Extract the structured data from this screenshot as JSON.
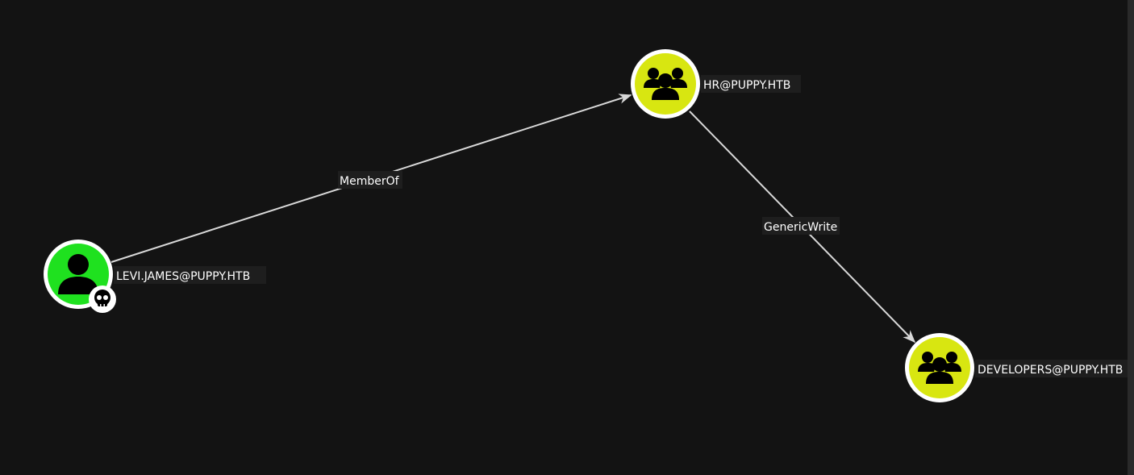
{
  "graph": {
    "nodes": [
      {
        "id": "levi",
        "label": "LEVI.JAMES@PUPPY.HTB",
        "kind": "user",
        "color": "#1fe11f",
        "badge": "skull-icon"
      },
      {
        "id": "hr",
        "label": "HR@PUPPY.HTB",
        "kind": "group",
        "color": "#d8e611"
      },
      {
        "id": "dev",
        "label": "DEVELOPERS@PUPPY.HTB",
        "kind": "group",
        "color": "#d8e611"
      }
    ],
    "edges": [
      {
        "from": "levi",
        "to": "hr",
        "label": "MemberOf"
      },
      {
        "from": "hr",
        "to": "dev",
        "label": "GenericWrite"
      }
    ]
  },
  "colors": {
    "background": "#131313",
    "edge": "#d8d8d8",
    "node_border": "#ffffff",
    "label_background": "#1e1e1e"
  }
}
